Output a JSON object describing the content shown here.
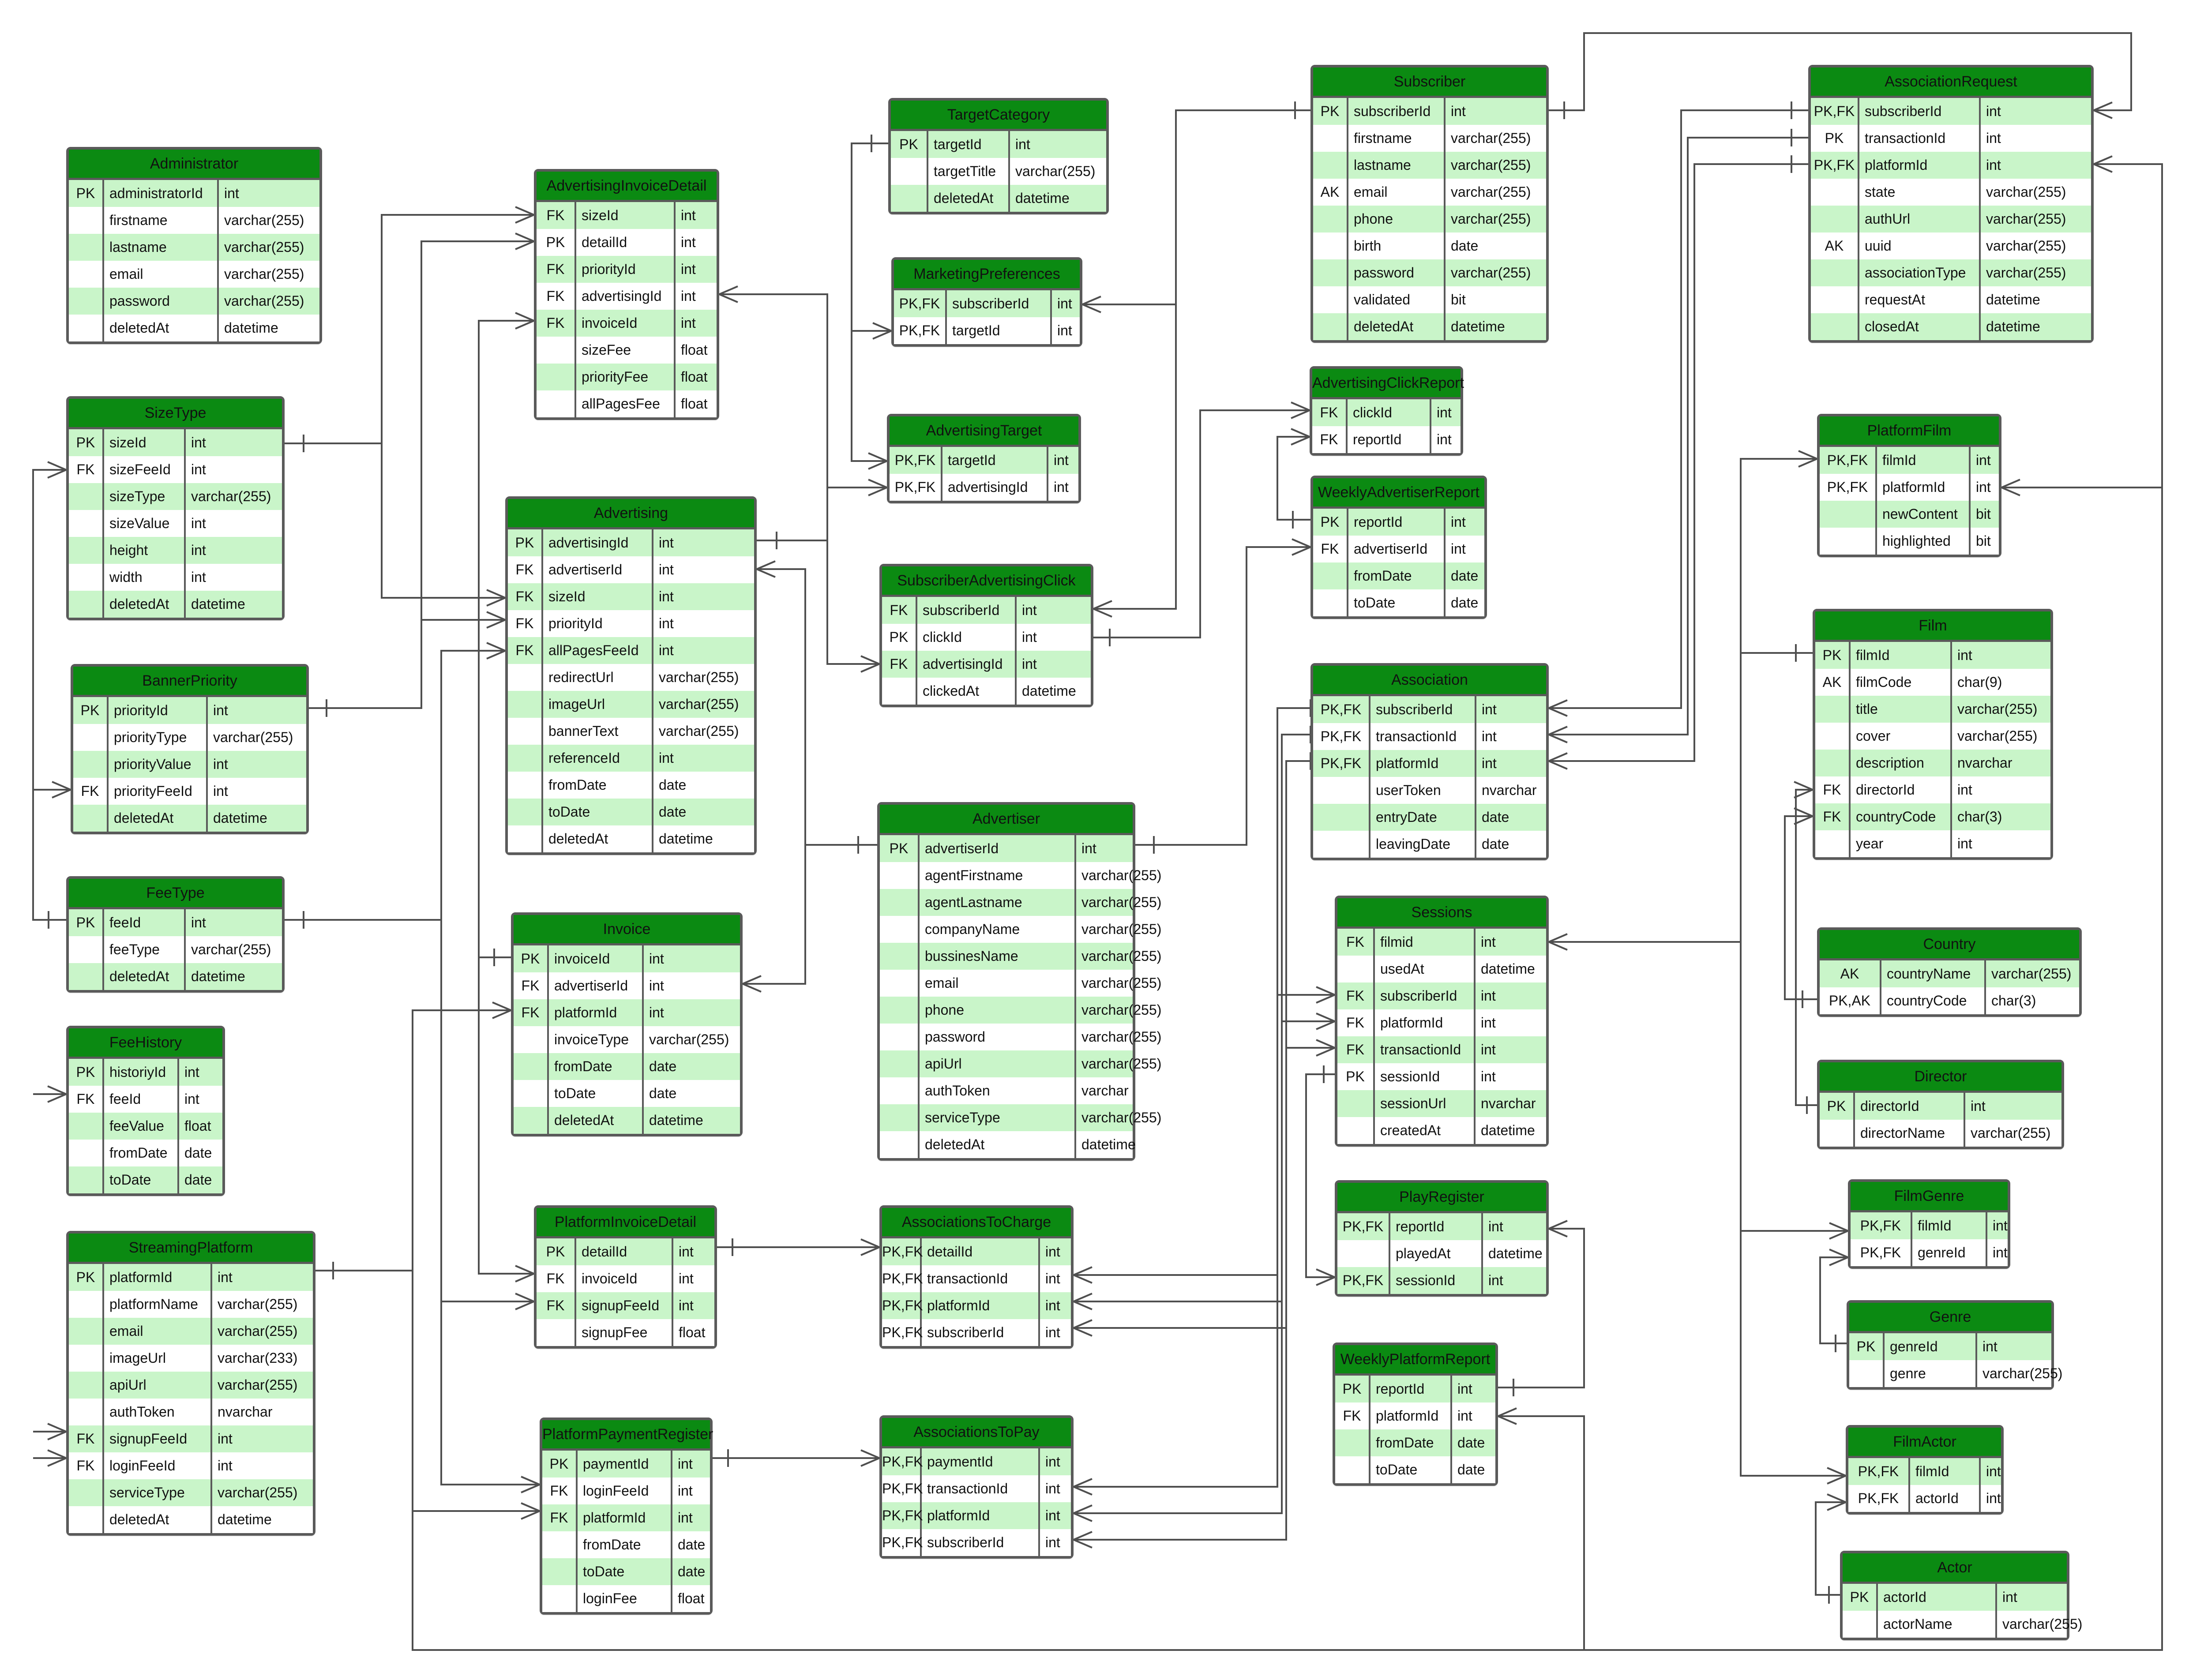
{
  "colors": {
    "header": "#0b8a12",
    "rowAlt": "#c9f5c9",
    "rowPlain": "#ffffff",
    "border": "#5a5a5a",
    "line": "#4f4f4f"
  },
  "entities": [
    {
      "name": "Administrator",
      "rows": [
        [
          "PK",
          "administratorId",
          "int"
        ],
        [
          "",
          "firstname",
          "varchar(255)"
        ],
        [
          "",
          "lastname",
          "varchar(255)"
        ],
        [
          "",
          "email",
          "varchar(255)"
        ],
        [
          "",
          "password",
          "varchar(255)"
        ],
        [
          "",
          "deletedAt",
          "datetime"
        ]
      ]
    },
    {
      "name": "SizeType",
      "rows": [
        [
          "PK",
          "sizeId",
          "int"
        ],
        [
          "FK",
          "sizeFeeId",
          "int"
        ],
        [
          "",
          "sizeType",
          "varchar(255)"
        ],
        [
          "",
          "sizeValue",
          "int"
        ],
        [
          "",
          "height",
          "int"
        ],
        [
          "",
          "width",
          "int"
        ],
        [
          "",
          "deletedAt",
          "datetime"
        ]
      ]
    },
    {
      "name": "BannerPriority",
      "rows": [
        [
          "PK",
          "priorityId",
          "int"
        ],
        [
          "",
          "priorityType",
          "varchar(255)"
        ],
        [
          "",
          "priorityValue",
          "int"
        ],
        [
          "FK",
          "priorityFeeId",
          "int"
        ],
        [
          "",
          "deletedAt",
          "datetime"
        ]
      ]
    },
    {
      "name": "FeeType",
      "rows": [
        [
          "PK",
          "feeId",
          "int"
        ],
        [
          "",
          "feeType",
          "varchar(255)"
        ],
        [
          "",
          "deletedAt",
          "datetime"
        ]
      ]
    },
    {
      "name": "FeeHistory",
      "rows": [
        [
          "PK",
          "historiyId",
          "int"
        ],
        [
          "FK",
          "feeId",
          "int"
        ],
        [
          "",
          "feeValue",
          "float"
        ],
        [
          "",
          "fromDate",
          "date"
        ],
        [
          "",
          "toDate",
          "date"
        ]
      ]
    },
    {
      "name": "StreamingPlatform",
      "rows": [
        [
          "PK",
          "platformId",
          "int"
        ],
        [
          "",
          "platformName",
          "varchar(255)"
        ],
        [
          "",
          "email",
          "varchar(255)"
        ],
        [
          "",
          "imageUrl",
          "varchar(233)"
        ],
        [
          "",
          "apiUrl",
          "varchar(255)"
        ],
        [
          "",
          "authToken",
          "nvarchar"
        ],
        [
          "FK",
          "signupFeeId",
          "int"
        ],
        [
          "FK",
          "loginFeeId",
          "int"
        ],
        [
          "",
          "serviceType",
          "varchar(255)"
        ],
        [
          "",
          "deletedAt",
          "datetime"
        ]
      ]
    },
    {
      "name": "AdvertisingInvoiceDetail",
      "rows": [
        [
          "FK",
          "sizeId",
          "int"
        ],
        [
          "PK",
          "detailId",
          "int"
        ],
        [
          "FK",
          "priorityId",
          "int"
        ],
        [
          "FK",
          "advertisingId",
          "int"
        ],
        [
          "FK",
          "invoiceId",
          "int"
        ],
        [
          "",
          "sizeFee",
          "float"
        ],
        [
          "",
          "priorityFee",
          "float"
        ],
        [
          "",
          "allPagesFee",
          "float"
        ]
      ]
    },
    {
      "name": "Advertising",
      "rows": [
        [
          "PK",
          "advertisingId",
          "int"
        ],
        [
          "FK",
          "advertiserId",
          "int"
        ],
        [
          "FK",
          "sizeId",
          "int"
        ],
        [
          "FK",
          "priorityId",
          "int"
        ],
        [
          "FK",
          "allPagesFeeId",
          "int"
        ],
        [
          "",
          "redirectUrl",
          "varchar(255)"
        ],
        [
          "",
          "imageUrl",
          "varchar(255)"
        ],
        [
          "",
          "bannerText",
          "varchar(255)"
        ],
        [
          "",
          "referenceId",
          "int"
        ],
        [
          "",
          "fromDate",
          "date"
        ],
        [
          "",
          "toDate",
          "date"
        ],
        [
          "",
          "deletedAt",
          "datetime"
        ]
      ]
    },
    {
      "name": "Invoice",
      "rows": [
        [
          "PK",
          "invoiceId",
          "int"
        ],
        [
          "FK",
          "advertiserId",
          "int"
        ],
        [
          "FK",
          "platformId",
          "int"
        ],
        [
          "",
          "invoiceType",
          "varchar(255)"
        ],
        [
          "",
          "fromDate",
          "date"
        ],
        [
          "",
          "toDate",
          "date"
        ],
        [
          "",
          "deletedAt",
          "datetime"
        ]
      ]
    },
    {
      "name": "PlatformInvoiceDetail",
      "rows": [
        [
          "PK",
          "detailId",
          "int"
        ],
        [
          "FK",
          "invoiceId",
          "int"
        ],
        [
          "FK",
          "signupFeeId",
          "int"
        ],
        [
          "",
          "signupFee",
          "float"
        ]
      ]
    },
    {
      "name": "PlatformPaymentRegister",
      "rows": [
        [
          "PK",
          "paymentId",
          "int"
        ],
        [
          "FK",
          "loginFeeId",
          "int"
        ],
        [
          "FK",
          "platformId",
          "int"
        ],
        [
          "",
          "fromDate",
          "date"
        ],
        [
          "",
          "toDate",
          "date"
        ],
        [
          "",
          "loginFee",
          "float"
        ]
      ]
    },
    {
      "name": "TargetCategory",
      "rows": [
        [
          "PK",
          "targetId",
          "int"
        ],
        [
          "",
          "targetTitle",
          "varchar(255)"
        ],
        [
          "",
          "deletedAt",
          "datetime"
        ]
      ]
    },
    {
      "name": "MarketingPreferences",
      "rows": [
        [
          "PK,FK",
          "subscriberId",
          "int"
        ],
        [
          "PK,FK",
          "targetId",
          "int"
        ]
      ]
    },
    {
      "name": "AdvertisingTarget",
      "rows": [
        [
          "PK,FK",
          "targetId",
          "int"
        ],
        [
          "PK,FK",
          "advertisingId",
          "int"
        ]
      ]
    },
    {
      "name": "SubscriberAdvertisingClick",
      "rows": [
        [
          "FK",
          "subscriberId",
          "int"
        ],
        [
          "PK",
          "clickId",
          "int"
        ],
        [
          "FK",
          "advertisingId",
          "int"
        ],
        [
          "",
          "clickedAt",
          "datetime"
        ]
      ]
    },
    {
      "name": "Advertiser",
      "rows": [
        [
          "PK",
          "advertiserId",
          "int"
        ],
        [
          "",
          "agentFirstname",
          "varchar(255)"
        ],
        [
          "",
          "agentLastname",
          "varchar(255)"
        ],
        [
          "",
          "companyName",
          "varchar(255)"
        ],
        [
          "",
          "bussinesName",
          "varchar(255)"
        ],
        [
          "",
          "email",
          "varchar(255)"
        ],
        [
          "",
          "phone",
          "varchar(255)"
        ],
        [
          "",
          "password",
          "varchar(255)"
        ],
        [
          "",
          "apiUrl",
          "varchar(255)"
        ],
        [
          "",
          "authToken",
          "varchar"
        ],
        [
          "",
          "serviceType",
          "varchar(255)"
        ],
        [
          "",
          "deletedAt",
          "datetime"
        ]
      ]
    },
    {
      "name": "AssociationsToCharge",
      "rows": [
        [
          "PK,FK",
          "detailId",
          "int"
        ],
        [
          "PK,FK",
          "transactionId",
          "int"
        ],
        [
          "PK,FK",
          "platformId",
          "int"
        ],
        [
          "PK,FK",
          "subscriberId",
          "int"
        ]
      ]
    },
    {
      "name": "AssociationsToPay",
      "rows": [
        [
          "PK,FK",
          "paymentId",
          "int"
        ],
        [
          "PK,FK",
          "transactionId",
          "int"
        ],
        [
          "PK,FK",
          "platformId",
          "int"
        ],
        [
          "PK,FK",
          "subscriberId",
          "int"
        ]
      ]
    },
    {
      "name": "Subscriber",
      "rows": [
        [
          "PK",
          "subscriberId",
          "int"
        ],
        [
          "",
          "firstname",
          "varchar(255)"
        ],
        [
          "",
          "lastname",
          "varchar(255)"
        ],
        [
          "AK",
          "email",
          "varchar(255)"
        ],
        [
          "",
          "phone",
          "varchar(255)"
        ],
        [
          "",
          "birth",
          "date"
        ],
        [
          "",
          "password",
          "varchar(255)"
        ],
        [
          "",
          "validated",
          "bit"
        ],
        [
          "",
          "deletedAt",
          "datetime"
        ]
      ]
    },
    {
      "name": "AdvertisingClickReport",
      "rows": [
        [
          "FK",
          "clickId",
          "int"
        ],
        [
          "FK",
          "reportId",
          "int"
        ]
      ]
    },
    {
      "name": "WeeklyAdvertiserReport",
      "rows": [
        [
          "PK",
          "reportId",
          "int"
        ],
        [
          "FK",
          "advertiserId",
          "int"
        ],
        [
          "",
          "fromDate",
          "date"
        ],
        [
          "",
          "toDate",
          "date"
        ]
      ]
    },
    {
      "name": "Association",
      "rows": [
        [
          "PK,FK",
          "subscriberId",
          "int"
        ],
        [
          "PK,FK",
          "transactionId",
          "int"
        ],
        [
          "PK,FK",
          "platformId",
          "int"
        ],
        [
          "",
          "userToken",
          "nvarchar"
        ],
        [
          "",
          "entryDate",
          "date"
        ],
        [
          "",
          "leavingDate",
          "date"
        ]
      ]
    },
    {
      "name": "Sessions",
      "rows": [
        [
          "FK",
          "filmid",
          "int"
        ],
        [
          "",
          "usedAt",
          "datetime"
        ],
        [
          "FK",
          "subscriberId",
          "int"
        ],
        [
          "FK",
          "platformId",
          "int"
        ],
        [
          "FK",
          "transactionId",
          "int"
        ],
        [
          "PK",
          "sessionId",
          "int"
        ],
        [
          "",
          "sessionUrl",
          "nvarchar"
        ],
        [
          "",
          "createdAt",
          "datetime"
        ]
      ]
    },
    {
      "name": "PlayRegister",
      "rows": [
        [
          "PK,FK",
          "reportId",
          "int"
        ],
        [
          "",
          "playedAt",
          "datetime"
        ],
        [
          "PK,FK",
          "sessionId",
          "int"
        ]
      ]
    },
    {
      "name": "WeeklyPlatformReport",
      "rows": [
        [
          "PK",
          "reportId",
          "int"
        ],
        [
          "FK",
          "platformId",
          "int"
        ],
        [
          "",
          "fromDate",
          "date"
        ],
        [
          "",
          "toDate",
          "date"
        ]
      ]
    },
    {
      "name": "AssociationRequest",
      "rows": [
        [
          "PK,FK",
          "subscriberId",
          "int"
        ],
        [
          "PK",
          "transactionId",
          "int"
        ],
        [
          "PK,FK",
          "platformId",
          "int"
        ],
        [
          "",
          "state",
          "varchar(255)"
        ],
        [
          "",
          "authUrl",
          "varchar(255)"
        ],
        [
          "AK",
          "uuid",
          "varchar(255)"
        ],
        [
          "",
          "associationType",
          "varchar(255)"
        ],
        [
          "",
          "requestAt",
          "datetime"
        ],
        [
          "",
          "closedAt",
          "datetime"
        ]
      ]
    },
    {
      "name": "PlatformFilm",
      "rows": [
        [
          "PK,FK",
          "filmId",
          "int"
        ],
        [
          "PK,FK",
          "platformId",
          "int"
        ],
        [
          "",
          "newContent",
          "bit"
        ],
        [
          "",
          "highlighted",
          "bit"
        ]
      ]
    },
    {
      "name": "Film",
      "rows": [
        [
          "PK",
          "filmId",
          "int"
        ],
        [
          "AK",
          "filmCode",
          "char(9)"
        ],
        [
          "",
          "title",
          "varchar(255)"
        ],
        [
          "",
          "cover",
          "varchar(255)"
        ],
        [
          "",
          "description",
          "nvarchar"
        ],
        [
          "FK",
          "directorId",
          "int"
        ],
        [
          "FK",
          "countryCode",
          "char(3)"
        ],
        [
          "",
          "year",
          "int"
        ]
      ]
    },
    {
      "name": "Country",
      "rows": [
        [
          "AK",
          "countryName",
          "varchar(255)"
        ],
        [
          "PK,AK",
          "countryCode",
          "char(3)"
        ]
      ]
    },
    {
      "name": "Director",
      "rows": [
        [
          "PK",
          "directorId",
          "int"
        ],
        [
          "",
          "directorName",
          "varchar(255)"
        ]
      ]
    },
    {
      "name": "FilmGenre",
      "rows": [
        [
          "PK,FK",
          "filmId",
          "int"
        ],
        [
          "PK,FK",
          "genreId",
          "int"
        ]
      ]
    },
    {
      "name": "Genre",
      "rows": [
        [
          "PK",
          "genreId",
          "int"
        ],
        [
          "",
          "genre",
          "varchar(255)"
        ]
      ]
    },
    {
      "name": "FilmActor",
      "rows": [
        [
          "PK,FK",
          "filmId",
          "int"
        ],
        [
          "PK,FK",
          "actorId",
          "int"
        ]
      ]
    },
    {
      "name": "Actor",
      "rows": [
        [
          "PK",
          "actorId",
          "int"
        ],
        [
          "",
          "actorName",
          "varchar(255)"
        ]
      ]
    }
  ]
}
